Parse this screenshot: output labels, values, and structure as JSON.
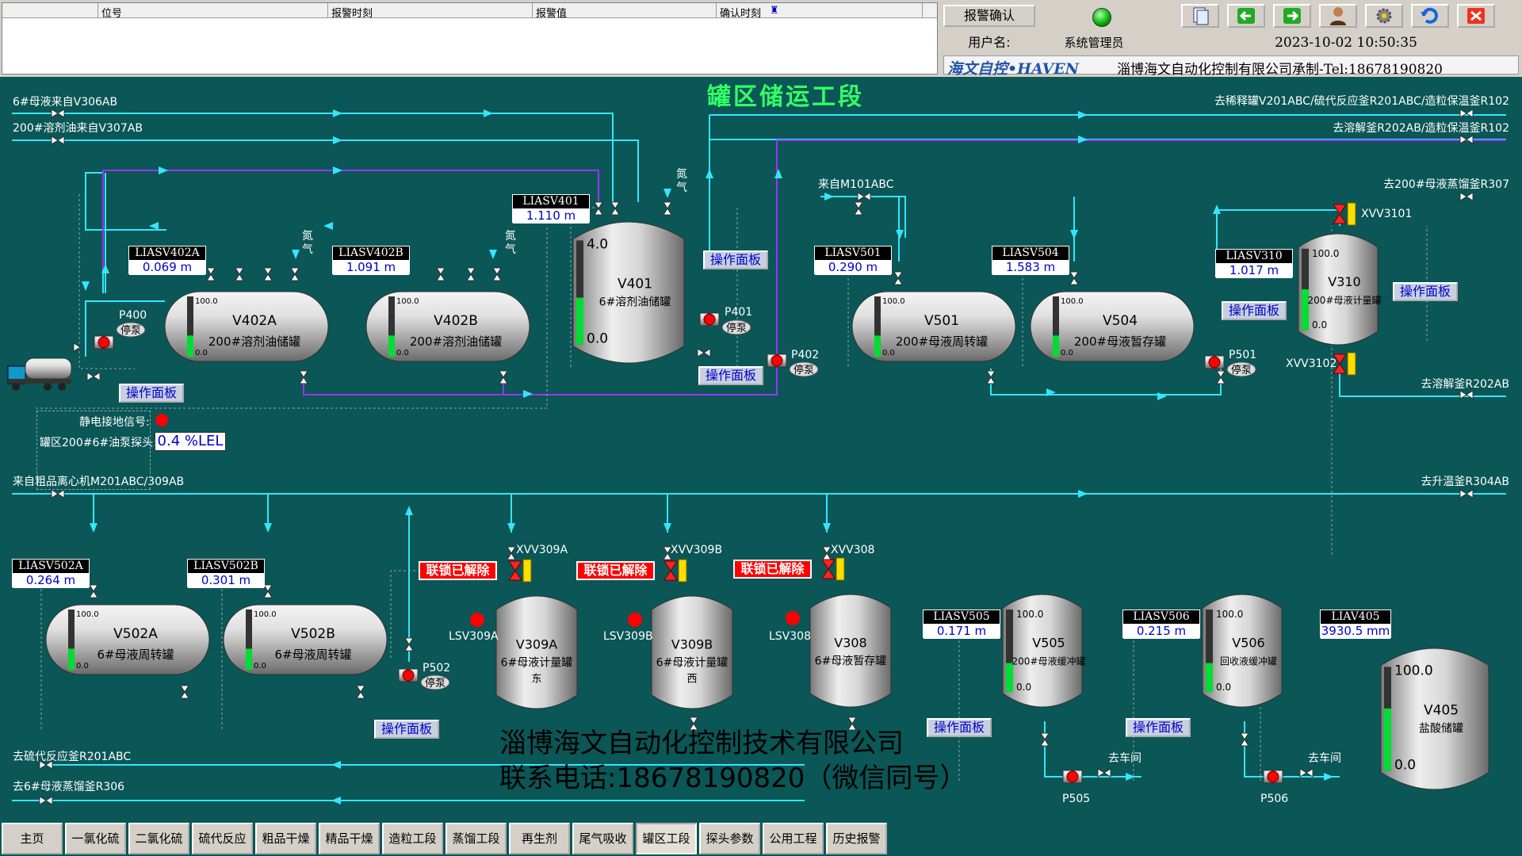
{
  "alarm_table": {
    "columns": [
      "位号",
      "报警时刻",
      "报警值",
      "确认时刻"
    ]
  },
  "control": {
    "ack_button": "报警确认",
    "user_label": "用户名:",
    "user_name": "系统管理员",
    "datetime": "2023-10-02  10:50:35",
    "brand_logo": "海文自控•HAVEN",
    "brand_text": "淄博海文自动化控制有限公司承制-Tel:18678190820",
    "toolbar_icons": [
      "report-icon",
      "back-icon",
      "forward-icon",
      "user-icon",
      "settings-icon",
      "refresh-icon",
      "exit-icon"
    ]
  },
  "title": "罐区储运工段",
  "lines": {
    "l1": "6#母液来自V306AB",
    "l2": "200#溶剂油来自V307AB",
    "r1": "去稀释罐V201ABC/硫代反应釜R201ABC/造粒保温釜R102",
    "r2": "去溶解釜R202AB/造粒保温釜R102",
    "m101": "来自M101ABC",
    "r307": "去200#母液蒸馏釜R307",
    "r202": "去溶解釜R202AB",
    "m201": "来自粗品离心机M201ABC/309AB",
    "r304": "去升温釜R304AB",
    "r201": "去硫代反应釜R201ABC",
    "r306": "去6#母液蒸馏釜R306",
    "che1": "去车间",
    "che2": "去车间",
    "n2a": "氮气",
    "n2b": "氮气",
    "n2c": "氮气"
  },
  "tanks": {
    "V402A": {
      "name": "V402A",
      "desc": "200#溶剂油储罐",
      "hi": "100.0",
      "lo": "0.0",
      "level": 0.35
    },
    "V402B": {
      "name": "V402B",
      "desc": "200#溶剂油储罐",
      "hi": "100.0",
      "lo": "0.0",
      "level": 0.35
    },
    "V401": {
      "name": "V401",
      "desc": "6#溶剂油储罐",
      "hi": "4.0",
      "lo": "0.0",
      "level": 0.45
    },
    "V501": {
      "name": "V501",
      "desc": "200#母液周转罐",
      "hi": "100.0",
      "lo": "0.0",
      "level": 0.35
    },
    "V504": {
      "name": "V504",
      "desc": "200#母液暂存罐",
      "hi": "100.0",
      "lo": "0.0",
      "level": 0.35
    },
    "V310": {
      "name": "V310",
      "desc": "200#母液计量罐",
      "hi": "100.0",
      "lo": "0.0",
      "level": 0.5
    },
    "V502A": {
      "name": "V502A",
      "desc": "6#母液周转罐",
      "hi": "100.0",
      "lo": "0.0",
      "level": 0.35
    },
    "V502B": {
      "name": "V502B",
      "desc": "6#母液周转罐",
      "hi": "100.0",
      "lo": "0.0",
      "level": 0.35
    },
    "V309A": {
      "name": "V309A",
      "desc": "6#母液计量罐",
      "desc2": "东"
    },
    "V309B": {
      "name": "V309B",
      "desc": "6#母液计量罐",
      "desc2": "西"
    },
    "V308": {
      "name": "V308",
      "desc": "6#母液暂存罐"
    },
    "V505": {
      "name": "V505",
      "desc": "200#母液缓冲罐",
      "hi": "100.0",
      "lo": "0.0",
      "level": 0.35
    },
    "V506": {
      "name": "V506",
      "desc": "回收液缓冲罐",
      "hi": "100.0",
      "lo": "0.0",
      "level": 0.35
    },
    "V405": {
      "name": "V405",
      "desc": "盐酸储罐",
      "hi": "100.0",
      "lo": "0.0",
      "level": 0.6
    }
  },
  "tags": [
    {
      "name": "LIASV402A",
      "value": "0.069 m"
    },
    {
      "name": "LIASV402B",
      "value": "1.091 m"
    },
    {
      "name": "LIASV401",
      "value": "1.110 m"
    },
    {
      "name": "LIASV501",
      "value": "0.290 m"
    },
    {
      "name": "LIASV504",
      "value": "1.583 m"
    },
    {
      "name": "LIASV310",
      "value": "1.017 m"
    },
    {
      "name": "LIASV502A",
      "value": "0.264 m"
    },
    {
      "name": "LIASV502B",
      "value": "0.301 m"
    },
    {
      "name": "LIASV505",
      "value": "0.171 m"
    },
    {
      "name": "LIASV506",
      "value": "0.215 m"
    },
    {
      "name": "LIAV405",
      "value": "3930.5 mm"
    }
  ],
  "pumps": {
    "P400": "P400",
    "P401": "P401",
    "P402": "P402",
    "P501": "P501",
    "P502": "P502",
    "P505": "P505",
    "P506": "P506",
    "stop": "停泵"
  },
  "valves": {
    "XVV3101": "XVV3101",
    "XVV3102": "XVV3102",
    "XVV309A": "XVV309A",
    "XVV309B": "XVV309B",
    "XVV308": "XVV308",
    "LSV309A": "LSV309A",
    "LSV309B": "LSV309B",
    "LSV308": "LSV308"
  },
  "interlock": "联锁已解除",
  "op_panel": "操作面板",
  "sensors": {
    "ground_label": "静电接地信号:",
    "gas_label": "罐区200#6#油泵探头:",
    "gas_value": "0.4 %LEL"
  },
  "watermark": {
    "line1": "淄博海文自动化控制技术有限公司",
    "line2": "联系电话:18678190820（微信同号）"
  },
  "nav": [
    "主页",
    "一氯化硫",
    "二氯化硫",
    "硫代反应",
    "粗品干燥",
    "精品干燥",
    "造粒工段",
    "蒸馏工段",
    "再生剂",
    "尾气吸收",
    "罐区工段",
    "探头参数",
    "公用工程",
    "历史报警"
  ],
  "colors": {
    "bg": "#0b5656",
    "pipe_cyan": "#33e6ff",
    "pipe_purple": "#9933ff",
    "level_green": "#00dd33",
    "alarm_red": "#ff0000"
  }
}
